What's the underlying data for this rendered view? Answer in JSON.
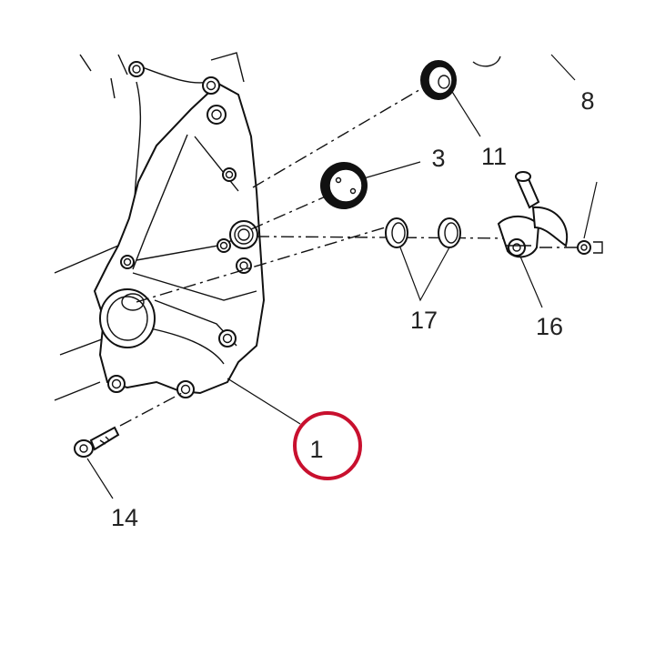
{
  "callouts": {
    "part_1": "1",
    "part_3": "3",
    "part_8": "8",
    "part_11": "11",
    "part_14": "14",
    "part_16": "16",
    "part_17": "17"
  },
  "highlight": {
    "target": "1",
    "color": "#c8102e"
  }
}
